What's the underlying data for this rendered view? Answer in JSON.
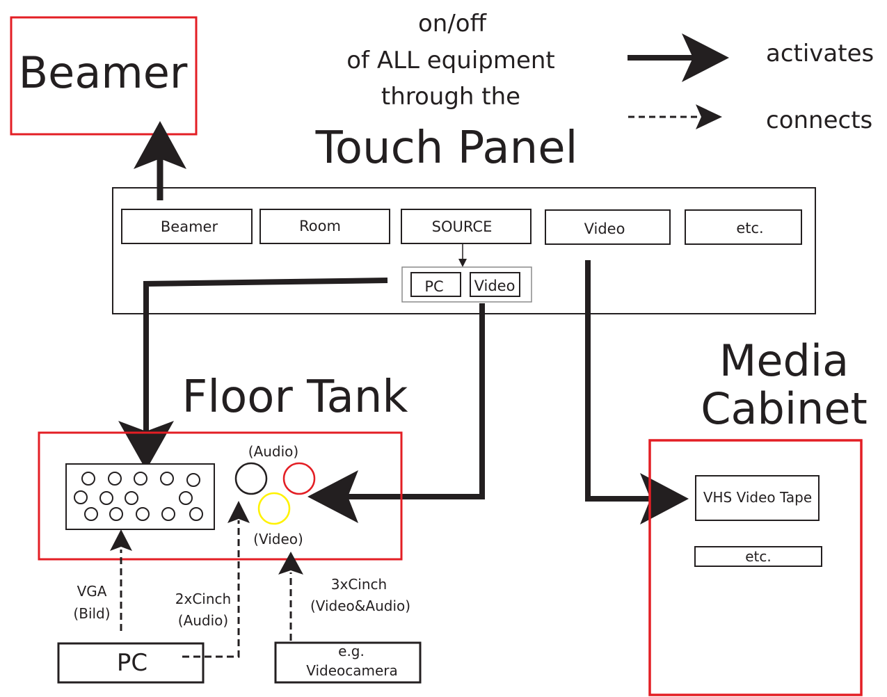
{
  "header": {
    "line1": "on/off",
    "line2": "of ALL equipment",
    "line3": "through the",
    "title": "Touch Panel"
  },
  "legend": {
    "activates": "activates",
    "connects": "connects"
  },
  "beamer": {
    "label": "Beamer"
  },
  "panel": {
    "buttons": [
      "Beamer",
      "Room",
      "SOURCE",
      "Video",
      "etc."
    ],
    "source_options": [
      "PC",
      "Video"
    ]
  },
  "floor_tank": {
    "title": "Floor Tank",
    "audio_label": "(Audio)",
    "video_label": "(Video)"
  },
  "media_cabinet": {
    "title_line1": "Media",
    "title_line2": "Cabinet",
    "items": [
      "VHS Video Tape",
      "etc."
    ]
  },
  "connections": {
    "vga_line1": "VGA",
    "vga_line2": "(Bild)",
    "cinch2_line1": "2xCinch",
    "cinch2_line2": "(Audio)",
    "cinch3_line1": "3xCinch",
    "cinch3_line2": "(Video&Audio)"
  },
  "devices": {
    "pc": "PC",
    "camera_line1": "e.g.",
    "camera_line2": "Videocamera"
  },
  "colors": {
    "red": "#e31e24",
    "yellow": "#fff200",
    "black": "#231f20"
  }
}
